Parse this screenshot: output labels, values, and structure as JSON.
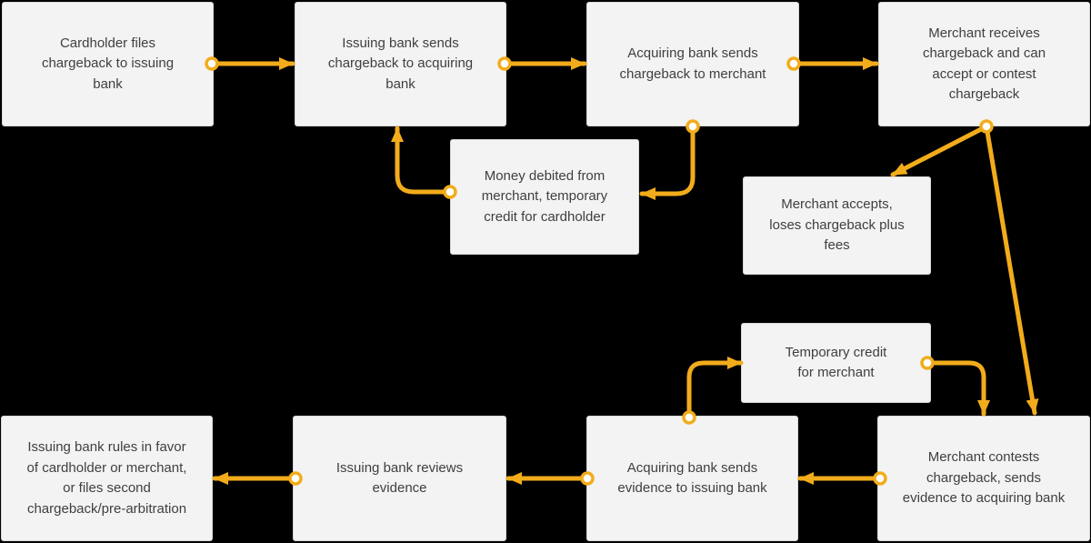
{
  "colors": {
    "background": "#000000",
    "box": "#f3f3f3",
    "box_border": "#d7d7d7",
    "text": "#3f3f3f",
    "connector": "#f2ac1b"
  },
  "nodes": {
    "cardholder_files": "Cardholder files chargeback to issuing bank",
    "issuing_sends": "Issuing bank sends chargeback to acquiring bank",
    "acquiring_sends": "Acquiring bank sends chargeback to merchant",
    "merchant_receives": "Merchant receives chargeback and can accept or contest chargeback",
    "money_debited": "Money debited from merchant, temporary credit for cardholder",
    "merchant_accepts": "Merchant accepts, loses chargeback plus fees",
    "temp_credit_merchant": "Temporary credit for merchant",
    "merchant_contests": "Merchant contests chargeback, sends evidence to acquiring bank",
    "acquiring_evidence": "Acquiring bank sends evidence to issuing bank",
    "issuing_reviews": "Issuing bank reviews evidence",
    "issuing_rules": "Issuing bank rules in favor of cardholder or merchant, or files second chargeback/pre-arbitration"
  }
}
